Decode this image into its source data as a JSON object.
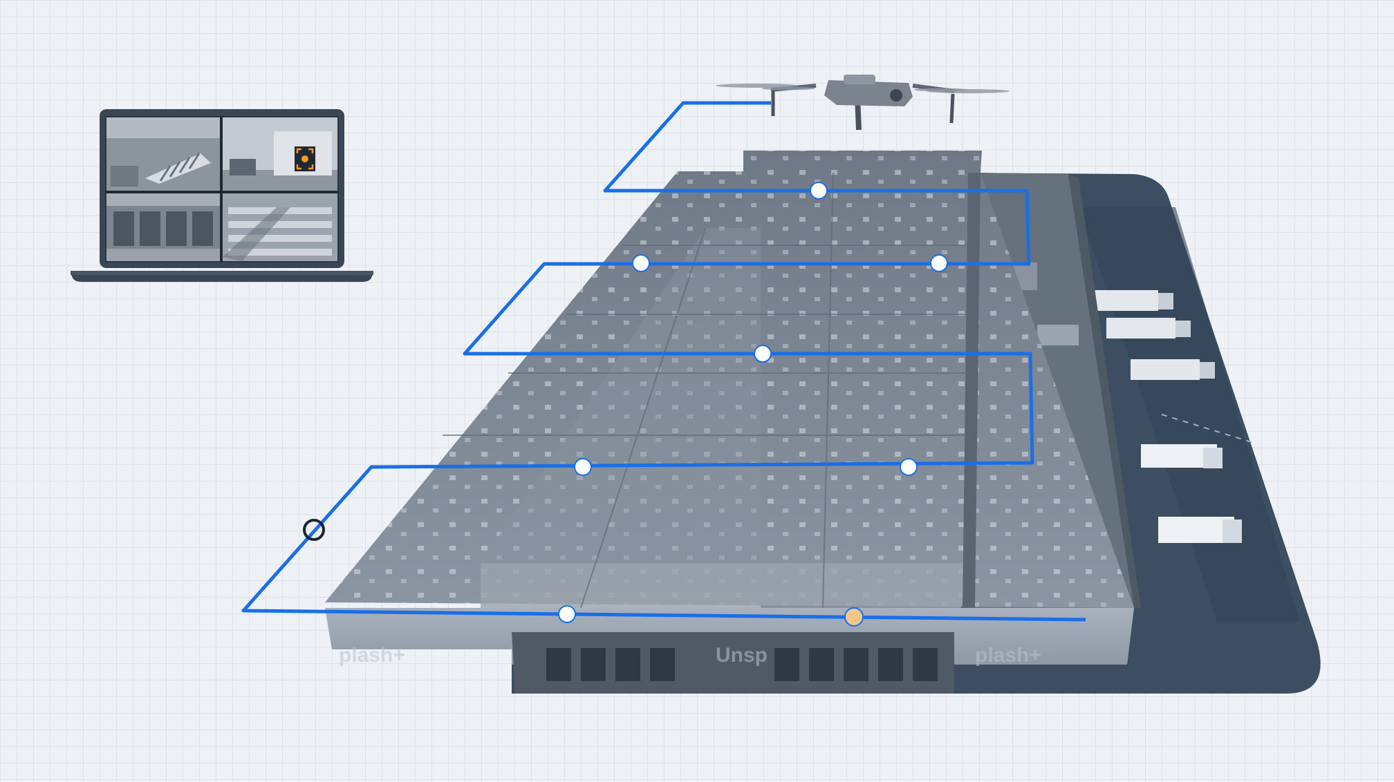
{
  "scene": {
    "building_watermarks": [
      "Unsp",
      "plash+",
      "plash+"
    ],
    "colors": {
      "background": "#eef2f6",
      "grid_line": "#dde3ea",
      "flight_path": "#1a6fe8",
      "waypoint": "#ffffff",
      "highlight_waypoint": "#f6c58c",
      "alert_orange": "#f79a1e",
      "building_roof": "#7d8794",
      "building_dark": "#3a4a5e"
    },
    "icons": {
      "drone": "drone-icon",
      "laptop": "laptop-icon",
      "target": "target-focus-icon",
      "checkpoint": "checkpoint-ring-icon"
    },
    "laptop_feeds": [
      "camera-feed-loading-ramp",
      "camera-feed-truck-alert",
      "camera-feed-dock-doors",
      "camera-feed-warehouse-rows"
    ]
  }
}
